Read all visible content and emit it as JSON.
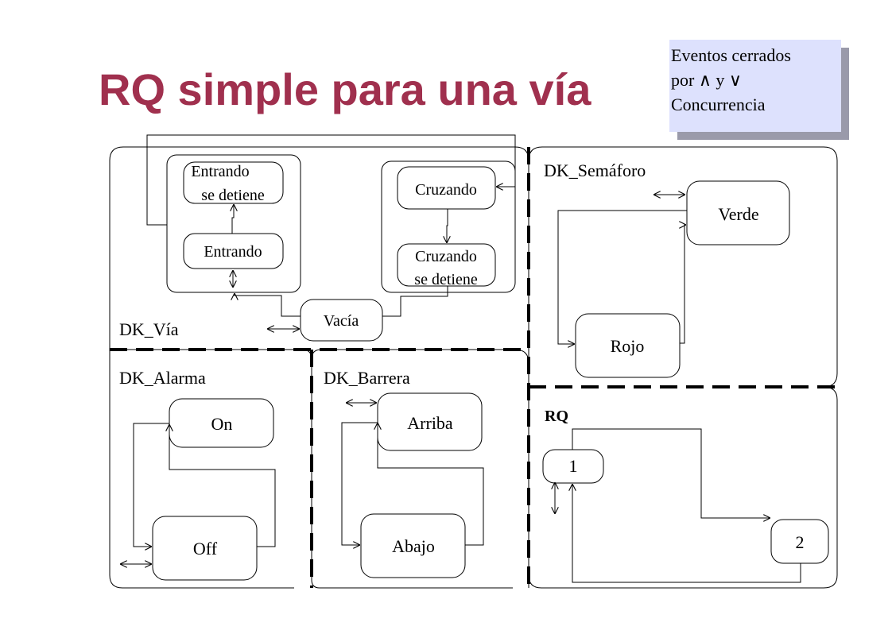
{
  "title": "RQ simple para una vía",
  "note": {
    "line1": "Eventos cerrados",
    "line2": "por ∧ y ∨",
    "line3": "Concurrencia"
  },
  "regions": {
    "via": "DK_Vía",
    "semaforo": "DK_Semáforo",
    "alarma": "DK_Alarma",
    "barrera": "DK_Barrera",
    "rq": "RQ"
  },
  "states": {
    "entrando_se_detiene": [
      "Entrando",
      "se detiene"
    ],
    "entrando": "Entrando",
    "cruzando": "Cruzando",
    "cruzando_se_detiene": [
      "Cruzando",
      "se detiene"
    ],
    "vacia": "Vacía",
    "verde": "Verde",
    "rojo": "Rojo",
    "on": "On",
    "off": "Off",
    "arriba": "Arriba",
    "abajo": "Abajo",
    "rq_1": "1",
    "rq_2": "2"
  }
}
